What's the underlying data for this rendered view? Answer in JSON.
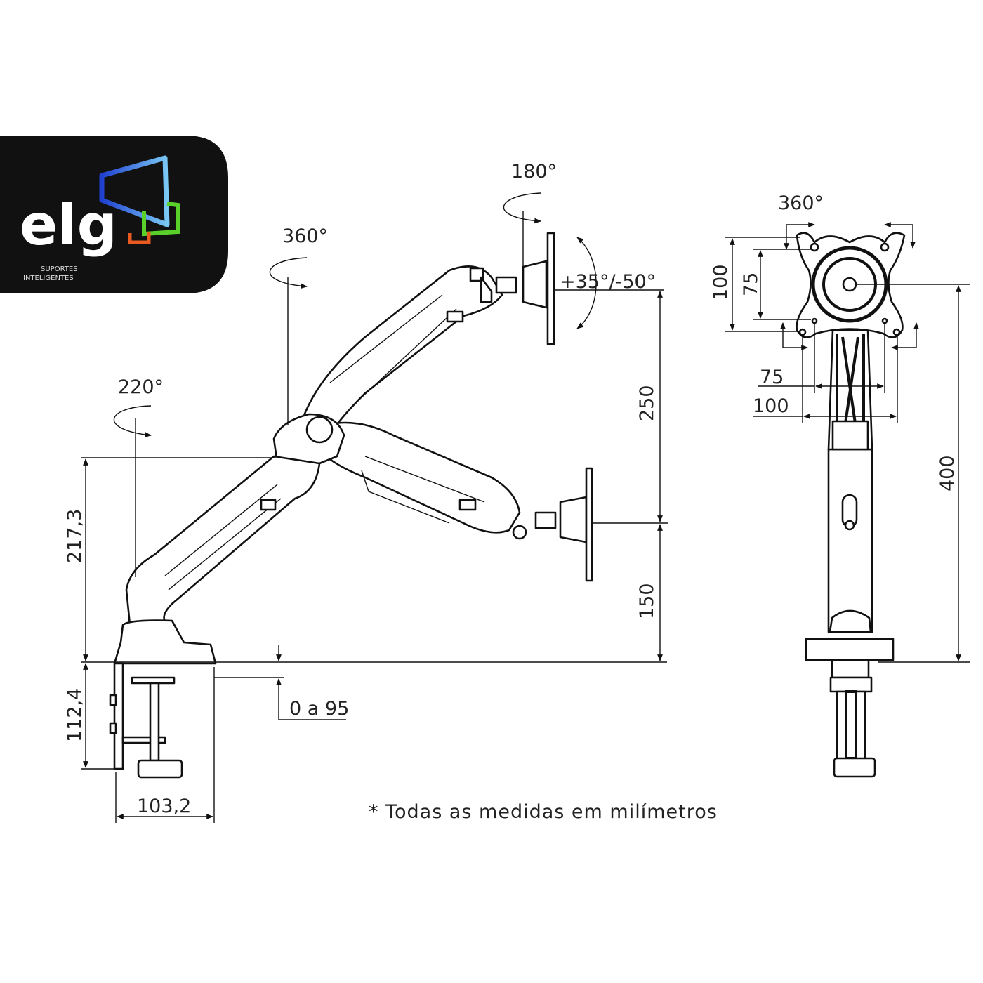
{
  "logo": {
    "brand": "elg",
    "tagline_line1": "SUPORTES",
    "tagline_line2": "INTELIGENTES",
    "colors": {
      "background": "#111111",
      "blue": "#3a6bf0",
      "green": "#5ad02a",
      "orange": "#e85a20"
    }
  },
  "side_view": {
    "rotation_base": "220°",
    "rotation_elbow": "360°",
    "rotation_head": "180°",
    "tilt": "+35°/-50°",
    "height_upper": "250",
    "height_lower": "150",
    "pole_height": "217,3",
    "clamp_height": "112,4",
    "clamp_depth": "103,2",
    "desk_thickness": "0 a 95"
  },
  "front_view": {
    "rotation": "360°",
    "vesa_v_large": "100",
    "vesa_v_small": "75",
    "vesa_h_small": "75",
    "vesa_h_large": "100",
    "total_height": "400"
  },
  "footnote": "* Todas as medidas em milímetros"
}
